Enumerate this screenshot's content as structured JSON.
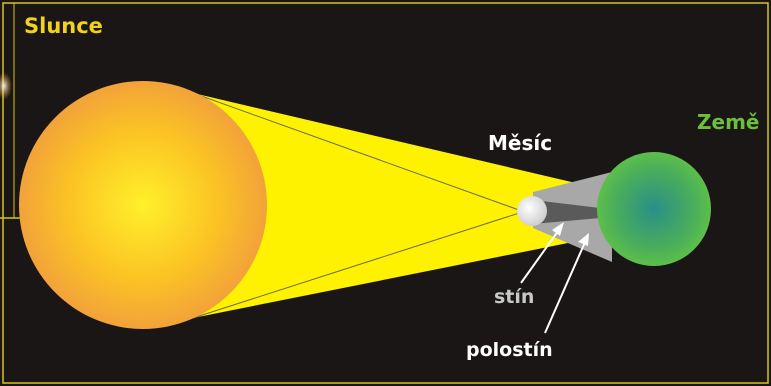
{
  "labels": {
    "sun": "Slunce",
    "earth": "Země",
    "moon": "Měsíc",
    "umbra": "stín",
    "penumbra": "polostín"
  },
  "colors": {
    "background": "#1a1616",
    "frame": "#e8d21a",
    "sun_center": "#ffee22",
    "sun_edge": "#f5a623",
    "light_cone": "#fff200",
    "moon": "#f2f2f2",
    "earth_center": "#2e9a83",
    "earth_edge": "#5cbf4a",
    "umbra": "#5a5a5a",
    "penumbra": "#a8a8a8"
  }
}
